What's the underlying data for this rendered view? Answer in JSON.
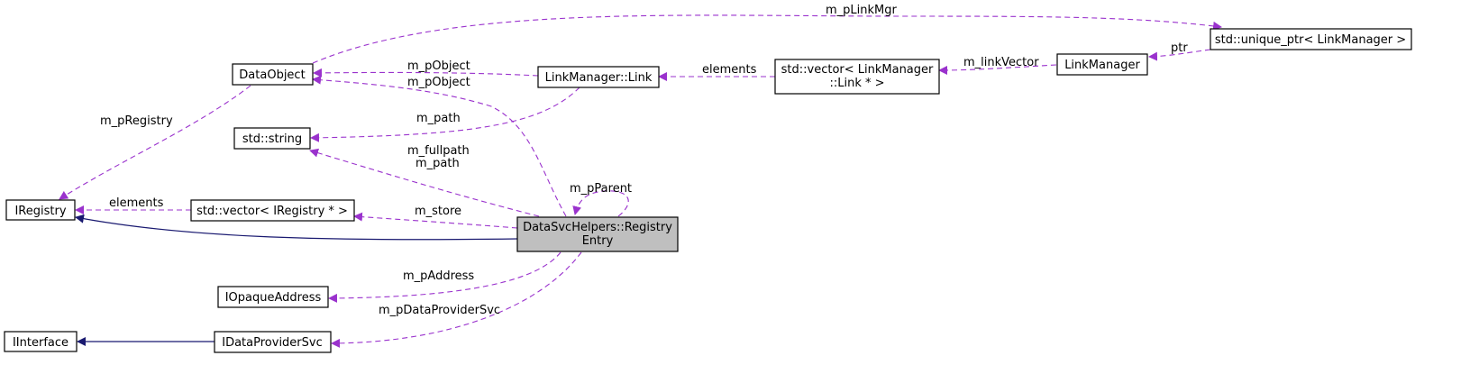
{
  "diagram": {
    "nodes": [
      {
        "id": "registry_entry",
        "lines": [
          "DataSvcHelpers::Registry",
          "Entry"
        ],
        "focus": true
      },
      {
        "id": "iregistry",
        "lines": [
          "IRegistry"
        ]
      },
      {
        "id": "dataobject",
        "lines": [
          "DataObject"
        ]
      },
      {
        "id": "std_string",
        "lines": [
          "std::string"
        ]
      },
      {
        "id": "vector_iregistry",
        "lines": [
          "std::vector< IRegistry * >"
        ]
      },
      {
        "id": "iopaqueaddress",
        "lines": [
          "IOpaqueAddress"
        ]
      },
      {
        "id": "idataprovidersvc",
        "lines": [
          "IDataProviderSvc"
        ]
      },
      {
        "id": "iinterface",
        "lines": [
          "IInterface"
        ]
      },
      {
        "id": "linkmanager_link",
        "lines": [
          "LinkManager::Link"
        ]
      },
      {
        "id": "vector_link",
        "lines": [
          "std::vector< LinkManager",
          "::Link * >"
        ]
      },
      {
        "id": "linkmanager",
        "lines": [
          "LinkManager"
        ]
      },
      {
        "id": "unique_ptr_linkmanager",
        "lines": [
          "std::unique_ptr< LinkManager >"
        ]
      }
    ],
    "edge_labels": {
      "plinkmgr": "m_pLinkMgr",
      "ptr": "ptr",
      "linkvector": "m_linkVector",
      "elements_link": "elements",
      "pobject_link": "m_pObject",
      "pobject_entry": "m_pObject",
      "path_link": "m_path",
      "pregistry": "m_pRegistry",
      "fullpath_path_1": "m_fullpath",
      "fullpath_path_2": "m_path",
      "pparent": "m_pParent",
      "elements_vec": "elements",
      "store": "m_store",
      "paddress": "m_pAddress",
      "pdataprovider": "m_pDataProviderSvc"
    },
    "colors": {
      "usage_edge": "#9a32cd",
      "inheritance_edge": "#191970",
      "focus_fill": "#bfbfbf"
    }
  }
}
